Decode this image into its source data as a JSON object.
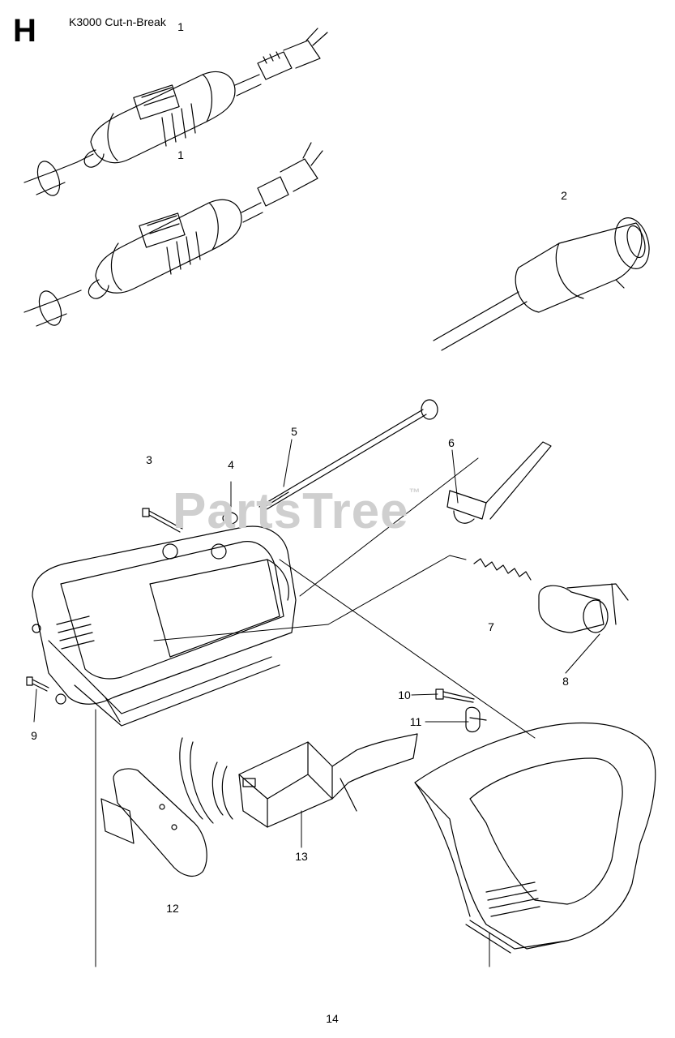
{
  "header": {
    "section_letter": "H",
    "title": "K3000 Cut-n-Break"
  },
  "callouts": [
    "1",
    "1",
    "2",
    "3",
    "4",
    "5",
    "6",
    "7",
    "8",
    "9",
    "10",
    "11",
    "12",
    "13"
  ],
  "watermark": {
    "text": "PartsTree",
    "mark": "™"
  },
  "footer": {
    "page_number": "14"
  }
}
